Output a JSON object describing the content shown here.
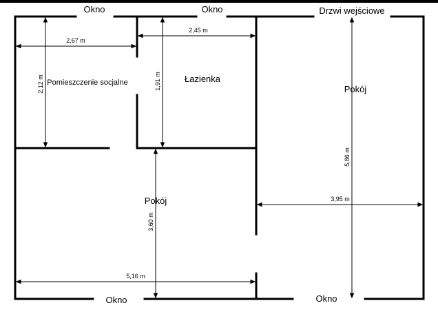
{
  "labels": {
    "window_top_left": "Okno",
    "window_top_middle": "Okno",
    "entrance_door": "Drzwi wejściowe",
    "window_bottom_left": "Okno",
    "window_bottom_right": "Okno",
    "room_social": "Pomieszczenie socjalne",
    "room_bathroom": "Łazienka",
    "room_right": "Pokój",
    "room_bottom_left": "Pokój"
  },
  "dimensions": {
    "social_width": "2,67 m",
    "social_height": "2,12 m",
    "bathroom_width": "2,45 m",
    "bathroom_height": "1,91 m",
    "right_room_height": "5,86 m",
    "right_room_width": "3,95 m",
    "bottom_room_height": "3,60 m",
    "bottom_room_width": "5,16 m"
  }
}
